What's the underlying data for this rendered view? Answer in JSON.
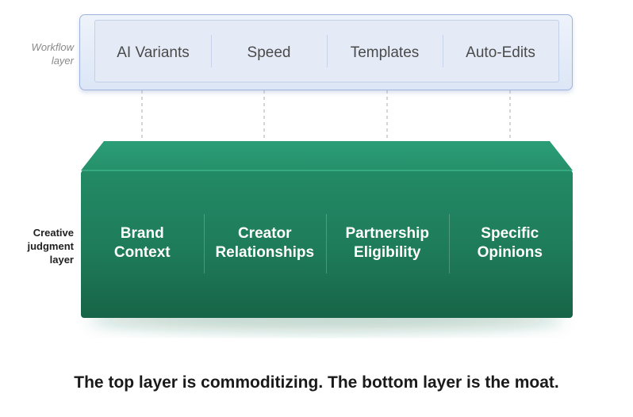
{
  "workflow_layer": {
    "label_line1": "Workflow",
    "label_line2": "layer",
    "items": [
      "AI Variants",
      "Speed",
      "Templates",
      "Auto-Edits"
    ]
  },
  "judgment_layer": {
    "label_line1": "Creative",
    "label_line2": "judgment",
    "label_line3": "layer",
    "items": [
      {
        "line1": "Brand",
        "line2": "Context"
      },
      {
        "line1": "Creator",
        "line2": "Relationships"
      },
      {
        "line1": "Partnership",
        "line2": "Eligibility"
      },
      {
        "line1": "Specific",
        "line2": "Opinions"
      }
    ]
  },
  "caption": "The top layer is commoditizing. The bottom layer is the moat.",
  "colors": {
    "workflow_fill": "#e4ebf7",
    "workflow_border": "#9fb3dc",
    "slab_top": "#2a9a73",
    "slab_front": "#1f7d5c",
    "slab_front_dark": "#176447"
  }
}
